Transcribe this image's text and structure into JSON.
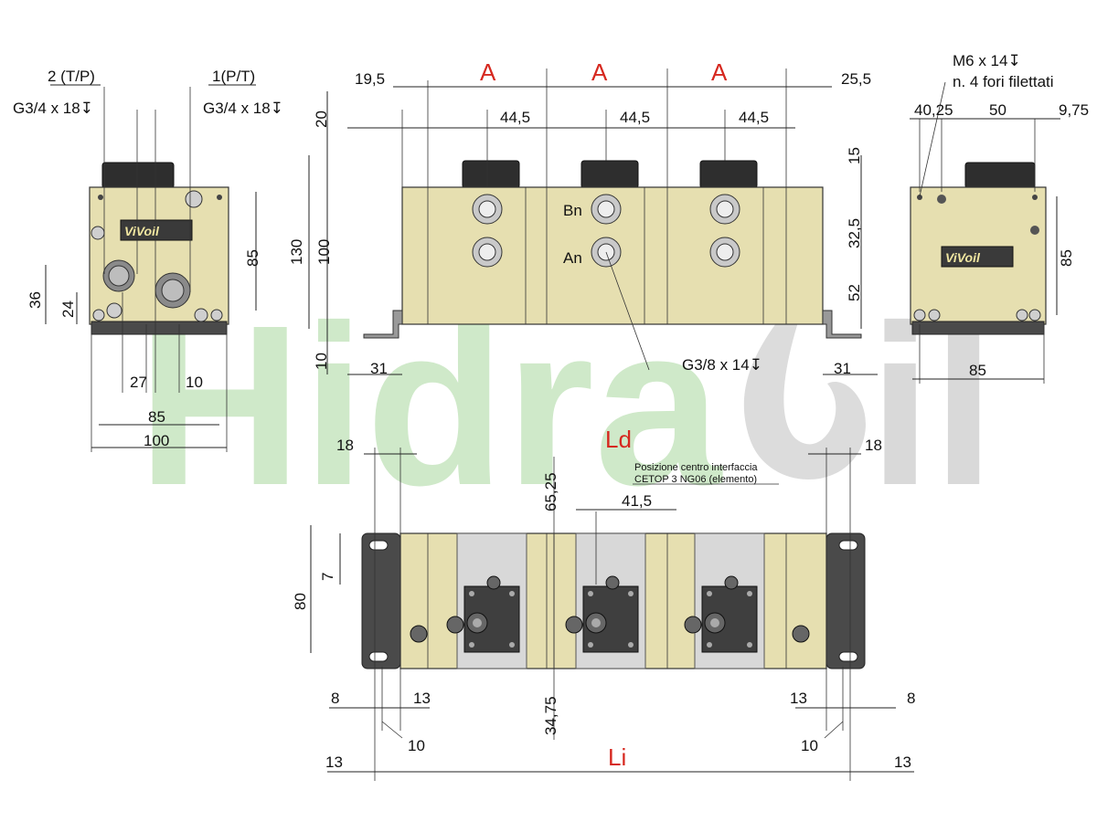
{
  "watermark": {
    "brand_left": "Hidra",
    "brand_right": "il"
  },
  "logo_text": "ViVoil",
  "side_left": {
    "port_2_label": "2 (T/P)",
    "port_1_label": "1(P/T)",
    "thread_left": "G3/4 x 18↧",
    "thread_right": "G3/4 x 18↧",
    "dim_85_v": "85",
    "dim_36": "36",
    "dim_24": "24",
    "dim_27": "27",
    "dim_10": "10",
    "dim_85_h": "85",
    "dim_100": "100"
  },
  "front": {
    "label_A": "A",
    "dim_19_5": "19,5",
    "dim_25_5": "25,5",
    "dim_44_5": "44,5",
    "dim_20": "20",
    "dim_130": "130",
    "dim_100": "100",
    "dim_10": "10",
    "dim_15": "15",
    "dim_32_5": "32,5",
    "dim_52": "52",
    "dim_31": "31",
    "port_b": "Bn",
    "port_a": "An",
    "thread": "G3/8 x 14↧"
  },
  "side_right": {
    "thread_note_1": "M6 x 14↧",
    "thread_note_2": "n. 4 fori filettati",
    "dim_40_25": "40,25",
    "dim_50": "50",
    "dim_9_75": "9,75",
    "dim_85_v": "85",
    "dim_85_h": "85"
  },
  "bottom": {
    "label_ld": "Ld",
    "label_li": "Li",
    "dim_18": "18",
    "note_1": "Posizione centro interfaccia",
    "note_2": "CETOP 3 NG06 (elemento)",
    "dim_65_25": "65,25",
    "dim_41_5": "41,5",
    "dim_80": "80",
    "dim_7": "7",
    "dim_34_75": "34,75",
    "dim_8": "8",
    "dim_13": "13",
    "dim_10": "10"
  }
}
